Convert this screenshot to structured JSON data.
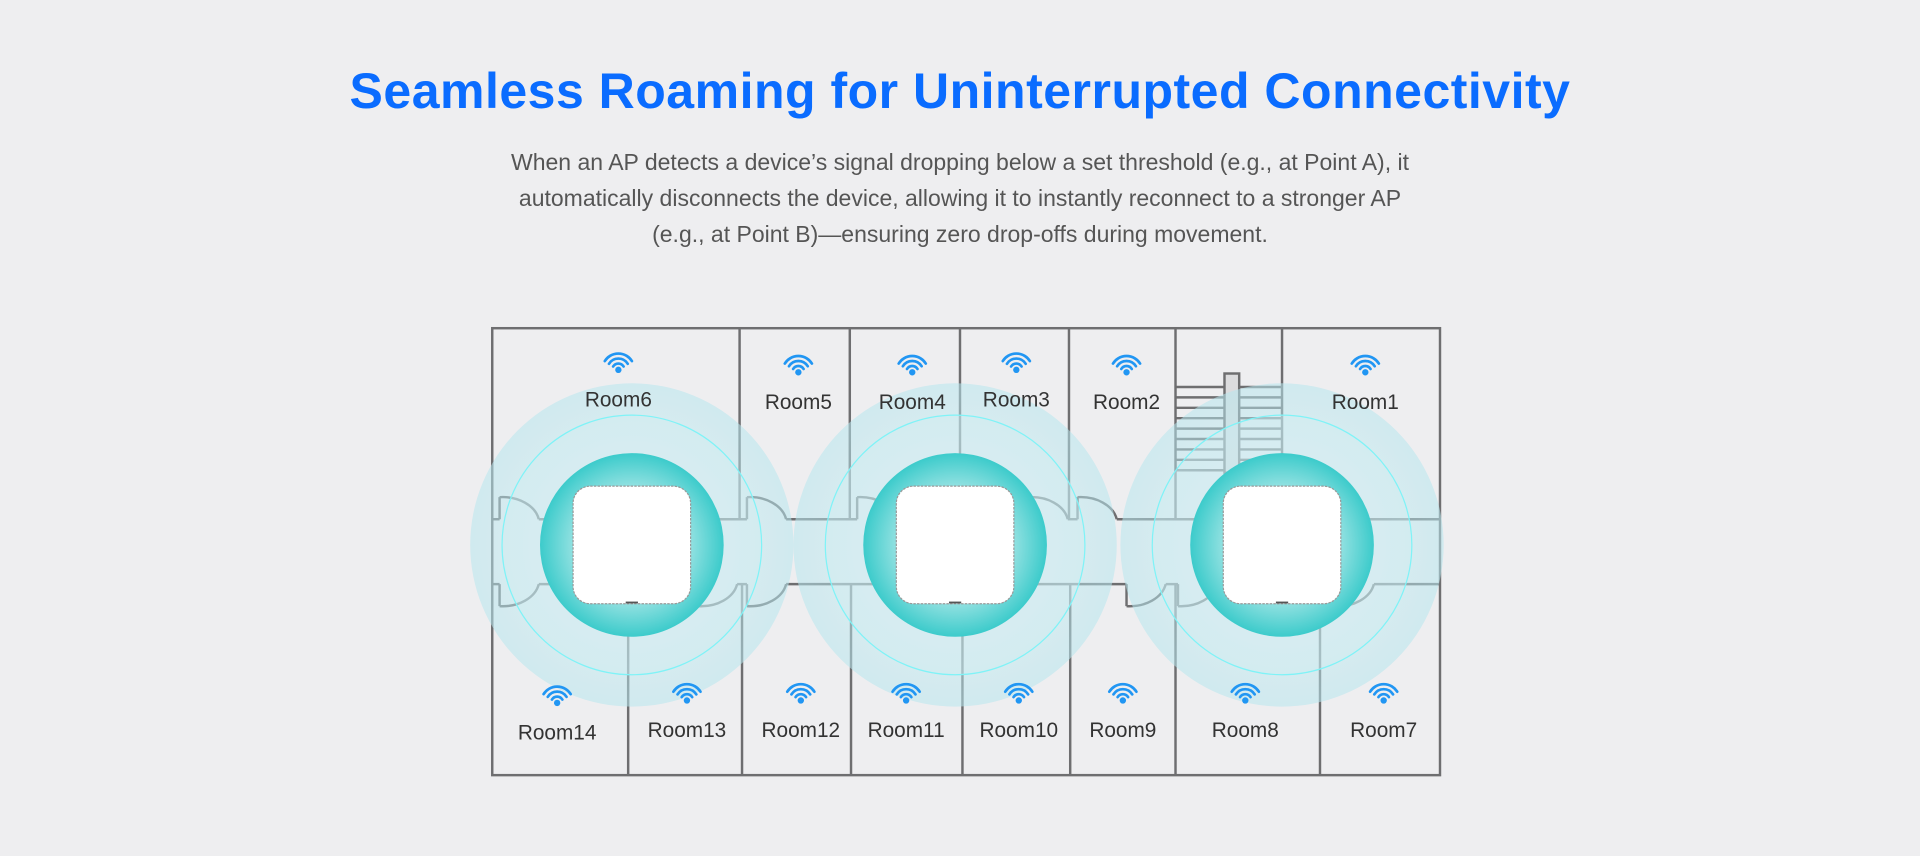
{
  "header": {
    "title": "Seamless Roaming for Uninterrupted Connectivity",
    "subtitle_lines": [
      "When an AP detects a device’s signal dropping below a set threshold (e.g., at Point A), it",
      "automatically disconnects the device, allowing it to instantly reconnect to a stronger AP",
      "(e.g., at Point B)—ensuring zero drop-offs during movement."
    ]
  },
  "floorplan": {
    "top_rooms": [
      "Room6",
      "Room5",
      "Room4",
      "Room3",
      "Room2",
      "Room1"
    ],
    "bottom_rooms": [
      "Room14",
      "Room13",
      "Room12",
      "Room11",
      "Room10",
      "Room9",
      "Room8",
      "Room7"
    ],
    "access_point_count": 3,
    "icons": {
      "room": "wifi-icon",
      "ap": "access-point-icon",
      "stairs": "stairs-icon"
    }
  },
  "colors": {
    "title": "#0a6cff",
    "wifi": "#2196f3",
    "wall": "#6e6e70",
    "coverage": "#3ccbcb"
  }
}
